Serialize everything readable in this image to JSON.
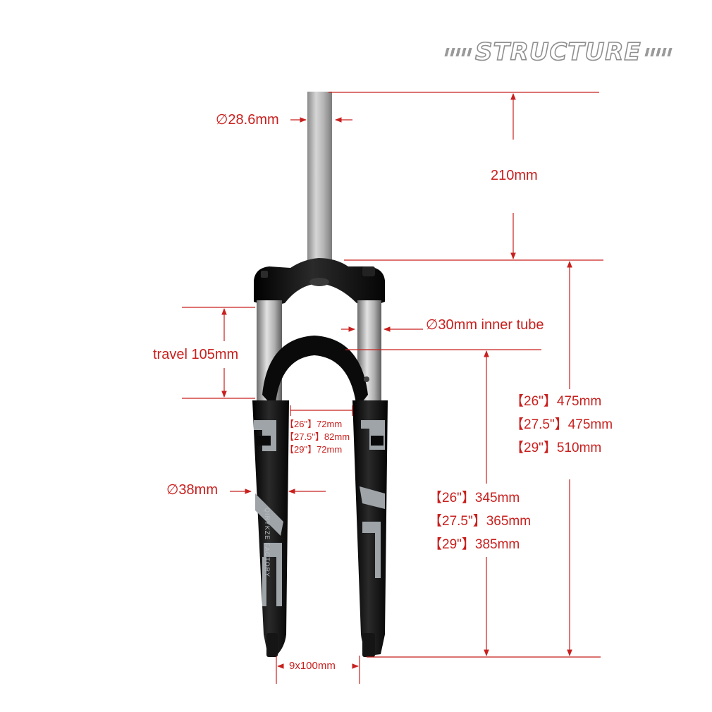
{
  "title": "STRUCTURE",
  "colors": {
    "dimension": "#c8201e",
    "fork_body": "#0d0d0d",
    "stanchion": "#a9a9a9",
    "graphics": "#9ea4a8"
  },
  "labels": {
    "steerer_diameter": "∅28.6mm",
    "steerer_length": "210mm",
    "inner_tube": "∅30mm inner tube",
    "travel": "travel 105mm",
    "lower_diameter": "∅38mm",
    "axle": "9x100mm",
    "tire_clearance": [
      "【26\"】72mm",
      "【27.5\"】82mm",
      "【29\"】72mm"
    ],
    "axle_to_crown": [
      "【26\"】475mm",
      "【27.5\"】475mm",
      "【29\"】510mm"
    ],
    "arch_to_axle": [
      "【26\"】345mm",
      "【27.5\"】365mm",
      "【29\"】385mm"
    ]
  },
  "fork_graphics": {
    "brand_text": "QIRYKZE FACTORY"
  }
}
